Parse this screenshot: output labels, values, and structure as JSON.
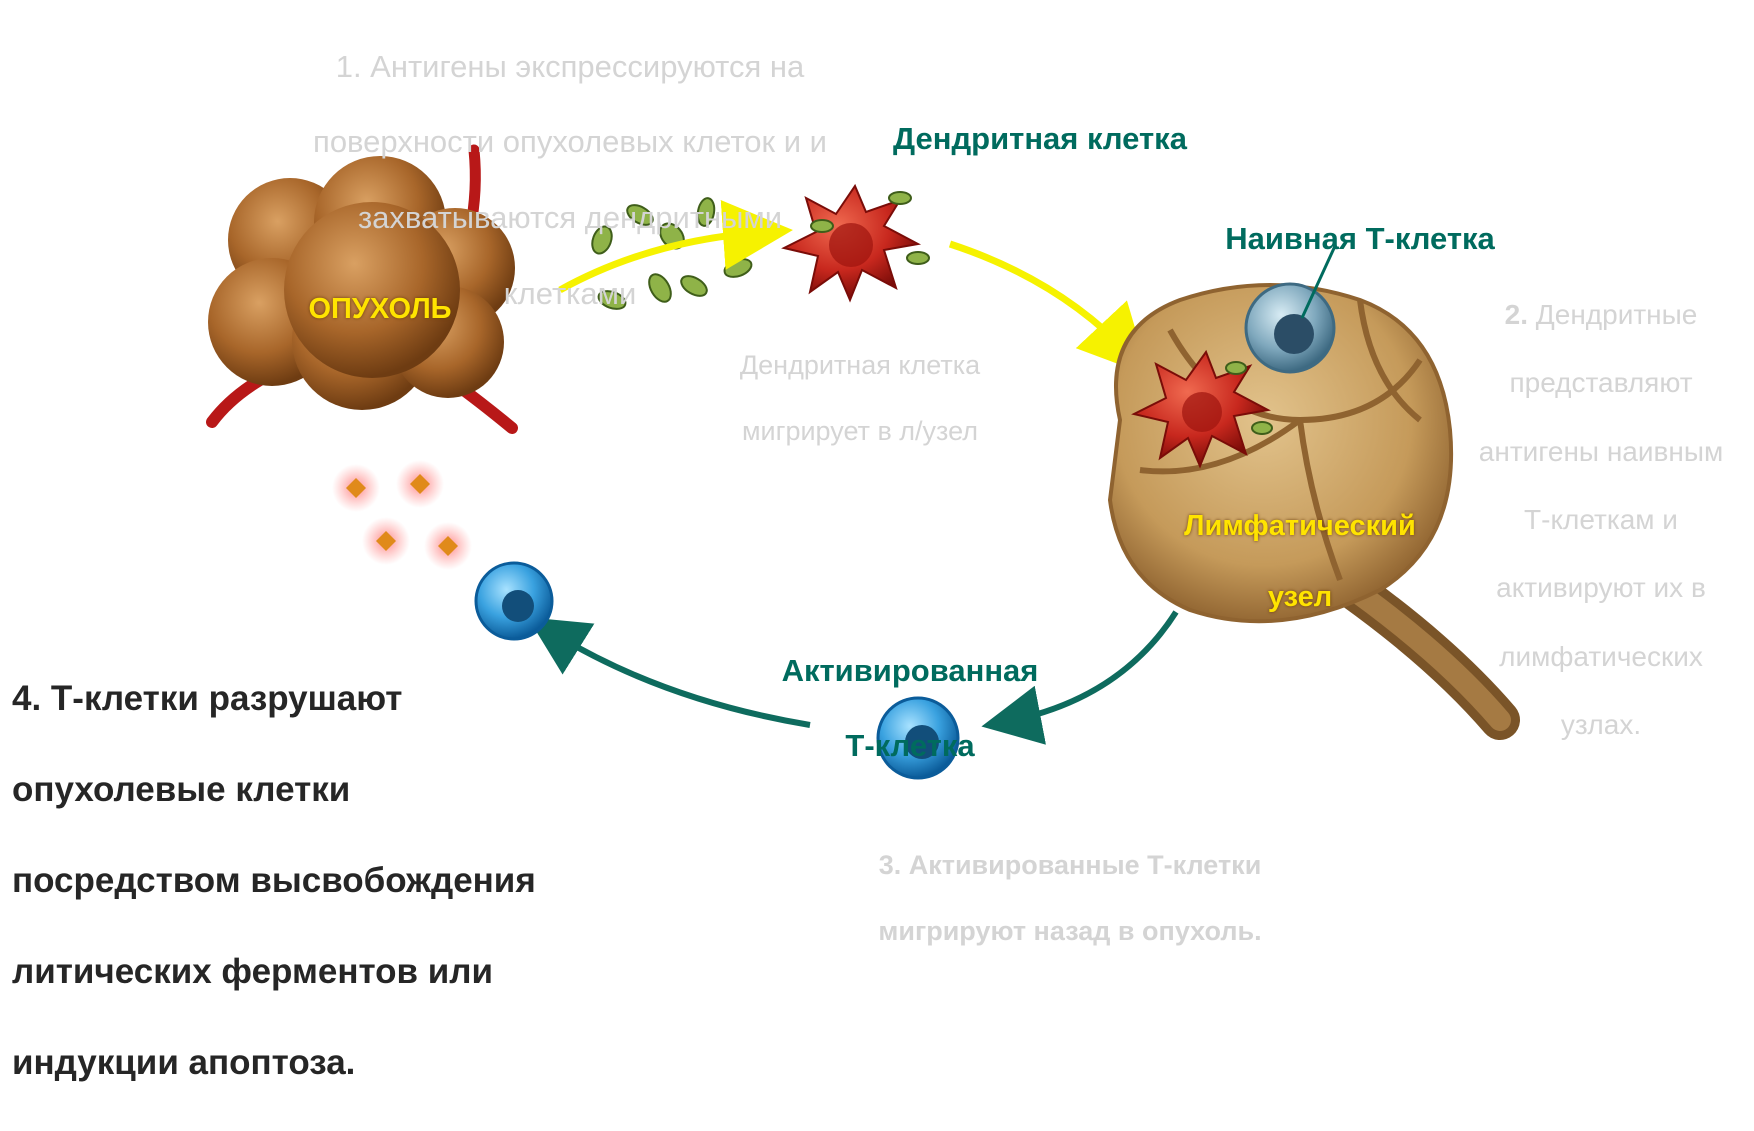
{
  "step1": {
    "line1": "1. Антигены экспрессируются на",
    "line2": "поверхности   опухолевых клеток и и",
    "line3": "захватываются дендритными",
    "line4": "клетками"
  },
  "tumor_label": "ОПУХОЛЬ",
  "dendritic_cell_label": "Дендритная  клетка",
  "dendritic_migrates": {
    "line1": "Дендритная клетка",
    "line2": "мигрирует в л/узел"
  },
  "naive_tcell_label": "Наивная Т-клетка",
  "step2": {
    "number": "2.",
    "line1": " Дендритные",
    "line2": "представляют",
    "line3": "антигены наивным",
    "line4": "Т-клеткам и",
    "line5": "активируют их в",
    "line6": "лимфатических",
    "line7": "узлах."
  },
  "lymph_node_label": {
    "line1": "Лимфатический",
    "line2": "узел"
  },
  "activated_tcell_label": {
    "line1": "Активированная",
    "line2": "Т-клетка"
  },
  "step3": {
    "line1": "3. Активированные Т-клетки",
    "line2": "мигрируют назад в опухоль."
  },
  "step4": {
    "line1": "4. Т-клетки разрушают",
    "line2": "опухолевые клетки",
    "line3": "посредством высвобождения",
    "line4": "литических ферментов или",
    "line5": "индукции апоптоза."
  },
  "colors": {
    "arrow_yellow": "#f6f200",
    "arrow_teal": "#0e6b5e",
    "label_teal": "#006b5e",
    "tumor": "#a8662a",
    "dendritic": "#c8281e",
    "tcell": "#3aa2e0"
  }
}
